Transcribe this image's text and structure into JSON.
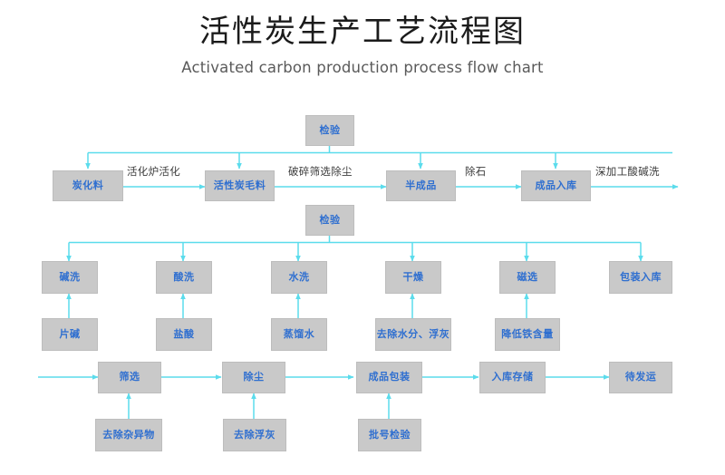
{
  "header": {
    "title_cn": "活性炭生产工艺流程图",
    "title_en": "Activated carbon production process flow chart"
  },
  "colors": {
    "wire": "#5bdcec",
    "node_fill": "#c9c9c9",
    "node_border": "#bdbdbd",
    "node_text": "#2f6fd0",
    "label_text": "#3b3b3b",
    "title_text": "#1b1b1b",
    "subtitle_text": "#5a5a5a",
    "background": "#ffffff"
  },
  "nodes": {
    "inspect_top": "检验",
    "inspect_mid": "检验",
    "row1": [
      {
        "id": "carbonized-material",
        "label": "炭化料"
      },
      {
        "id": "activated-carbon-raw",
        "label": "活性炭毛料"
      },
      {
        "id": "semi-finished",
        "label": "半成品"
      },
      {
        "id": "finished-storage",
        "label": "成品入库"
      }
    ],
    "row2": [
      {
        "id": "alkali-wash",
        "label": "碱洗"
      },
      {
        "id": "acid-wash",
        "label": "酸洗"
      },
      {
        "id": "water-wash",
        "label": "水洗"
      },
      {
        "id": "drying",
        "label": "干燥"
      },
      {
        "id": "magnetic-separation",
        "label": "磁选"
      },
      {
        "id": "packing-storage",
        "label": "包装入库"
      }
    ],
    "row3": [
      {
        "id": "flake-caustic",
        "label": "片碱"
      },
      {
        "id": "hydrochloric-acid",
        "label": "盐酸"
      },
      {
        "id": "distilled-water",
        "label": "蒸馏水"
      },
      {
        "id": "remove-moisture-ash",
        "label": "去除水分、浮灰"
      },
      {
        "id": "reduce-iron-content",
        "label": "降低铁含量"
      }
    ],
    "row4": [
      {
        "id": "screening",
        "label": "筛选"
      },
      {
        "id": "dust-removal",
        "label": "除尘"
      },
      {
        "id": "product-packaging",
        "label": "成品包装"
      },
      {
        "id": "warehouse-storage",
        "label": "入库存储"
      },
      {
        "id": "awaiting-shipment",
        "label": "待发运"
      }
    ],
    "row5": [
      {
        "id": "remove-impurities",
        "label": "去除杂异物"
      },
      {
        "id": "remove-floating-ash",
        "label": "去除浮灰"
      },
      {
        "id": "batch-inspection",
        "label": "批号检验"
      }
    ]
  },
  "edge_labels": {
    "activation_furnace": "活化炉活化",
    "crush_screen_dedust": "破碎筛选除尘",
    "stone_removal": "除石",
    "deep_acid_alkali_wash": "深加工酸碱洗"
  }
}
